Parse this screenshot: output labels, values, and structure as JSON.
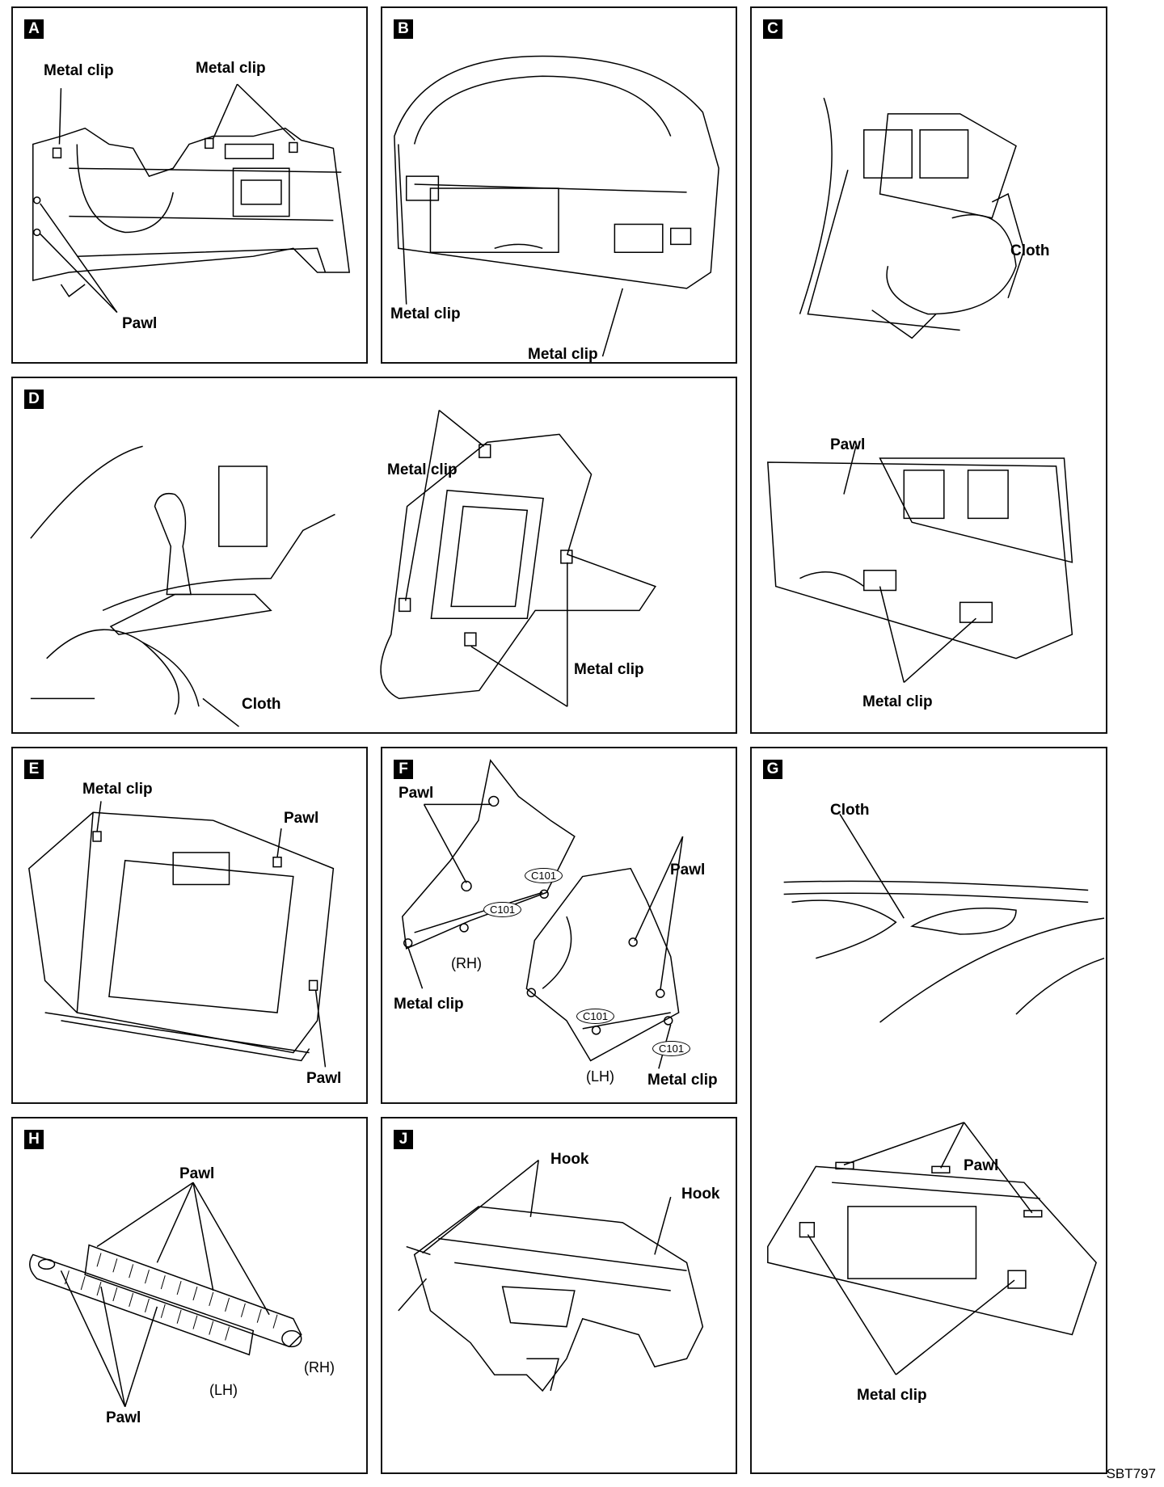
{
  "panels": {
    "A": {
      "letter": "A",
      "labels": {
        "metal_clip_left": "Metal clip",
        "metal_clip_right": "Metal clip",
        "pawl": "Pawl"
      }
    },
    "B": {
      "letter": "B",
      "labels": {
        "metal_clip_left": "Metal clip",
        "metal_clip_bottom": "Metal clip"
      }
    },
    "C": {
      "letter": "C",
      "labels": {
        "cloth": "Cloth",
        "pawl": "Pawl",
        "metal_clip": "Metal clip"
      }
    },
    "D": {
      "letter": "D",
      "labels": {
        "metal_clip_top": "Metal clip",
        "metal_clip_bottom": "Metal clip",
        "cloth": "Cloth"
      }
    },
    "E": {
      "letter": "E",
      "labels": {
        "metal_clip": "Metal clip",
        "pawl_top": "Pawl",
        "pawl_bottom": "Pawl"
      }
    },
    "F": {
      "letter": "F",
      "labels": {
        "pawl_left": "Pawl",
        "pawl_right": "Pawl",
        "metal_clip_left": "Metal clip",
        "metal_clip_right": "Metal clip",
        "rh": "(RH)",
        "lh": "(LH)",
        "c101_1": "C101",
        "c101_2": "C101",
        "c101_3": "C101",
        "c101_4": "C101"
      }
    },
    "G": {
      "letter": "G",
      "labels": {
        "cloth": "Cloth",
        "pawl": "Pawl",
        "metal_clip": "Metal clip"
      }
    },
    "H": {
      "letter": "H",
      "labels": {
        "pawl_top": "Pawl",
        "pawl_bottom": "Pawl",
        "rh": "(RH)",
        "lh": "(LH)"
      }
    },
    "J": {
      "letter": "J",
      "labels": {
        "hook_left": "Hook",
        "hook_right": "Hook"
      }
    }
  },
  "figure_code": "SBT797"
}
